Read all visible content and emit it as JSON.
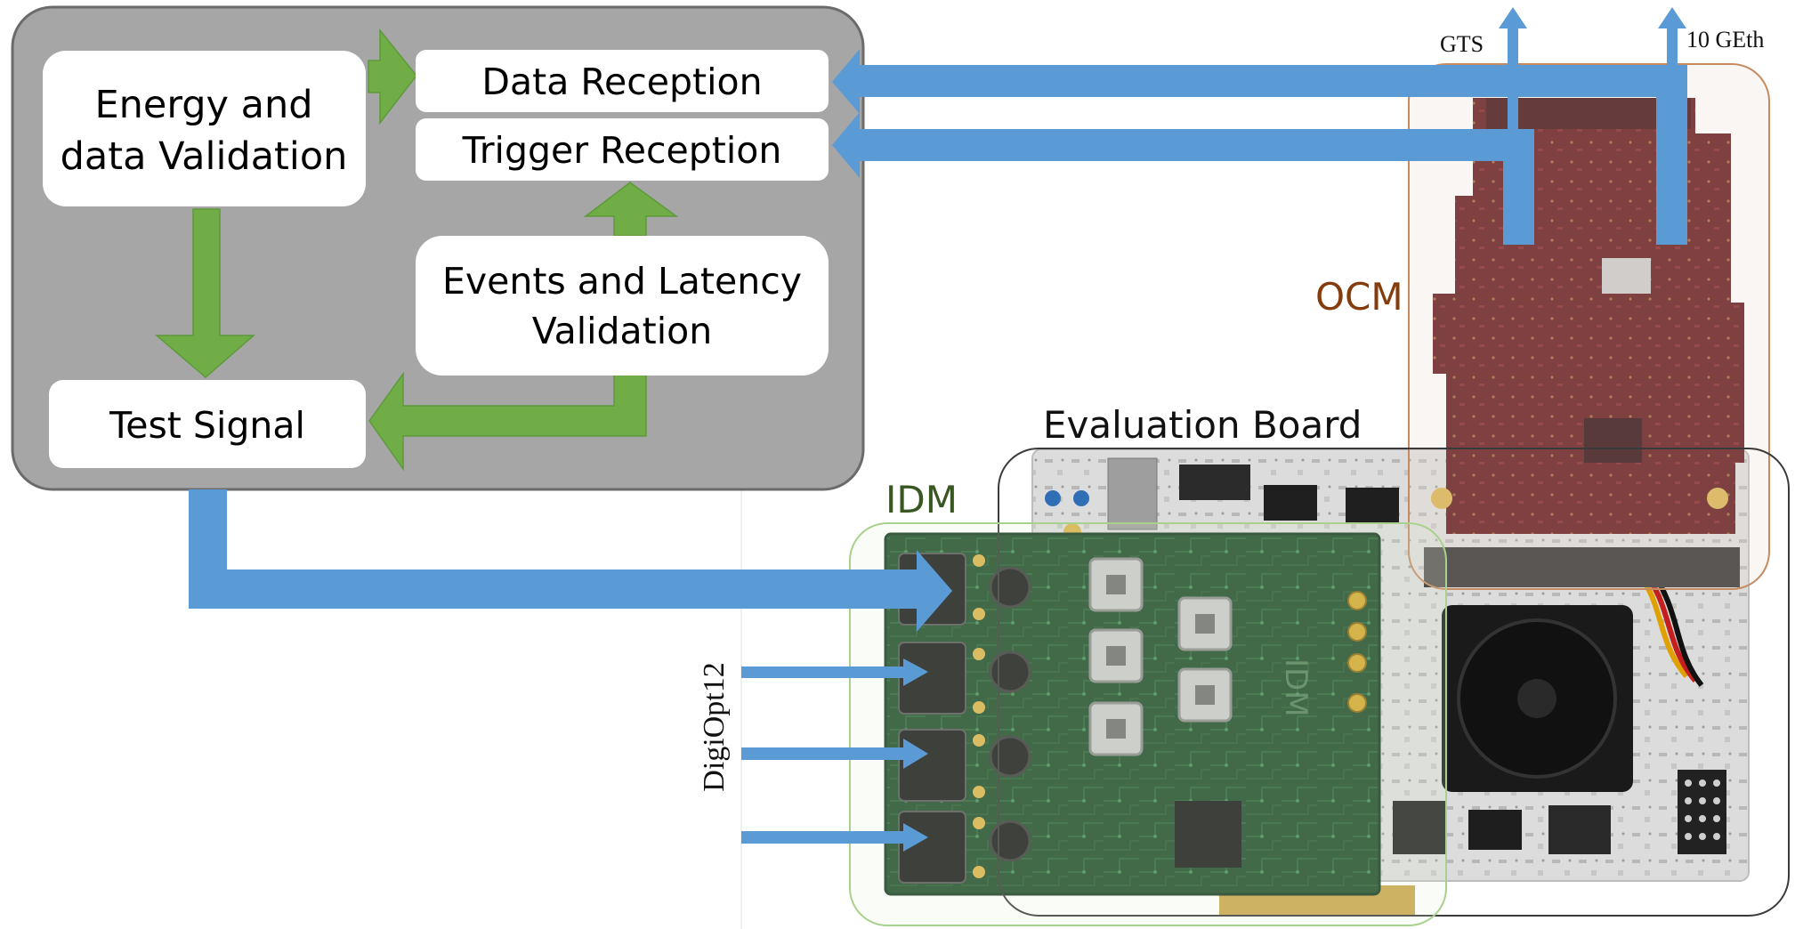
{
  "blocks": {
    "energy_validation": [
      "Energy and",
      "data Validation"
    ],
    "data_reception": "Data Reception",
    "trigger_reception": "Trigger Reception",
    "events_latency": [
      "Events and Latency",
      "Validation"
    ],
    "test_signal": "Test Signal"
  },
  "hardware_labels": {
    "ocm": "OCM",
    "evaluation_board": "Evaluation Board",
    "idm": "IDM",
    "board_silkscreen": "IDM"
  },
  "signal_labels": {
    "gts": "GTS",
    "ten_geth": "10 GEth",
    "digiopt12": "DigiOpt12"
  },
  "colors": {
    "panel_fill": "#a6a6a6",
    "panel_stroke": "#6b6b6b",
    "flow_arrow_green": "#70ad47",
    "io_arrow_blue": "#5b9bd5",
    "ocm_label": "#843c0c",
    "idm_label": "#385723",
    "idm_outline": "#a9d18e",
    "ocm_outline": "#c55a11",
    "pcb_green": "#1f4d2a",
    "pcb_red": "#5c0d10",
    "eval_board": "#d9d9d9"
  }
}
